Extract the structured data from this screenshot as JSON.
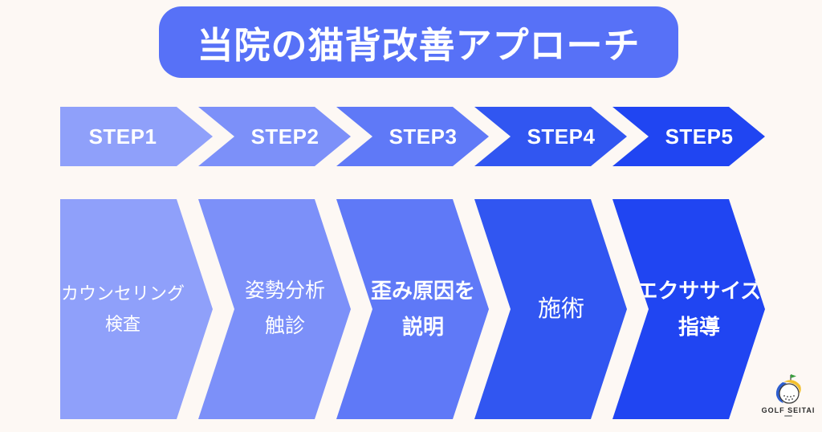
{
  "title": "当院の猫背改善アプローチ",
  "colors": {
    "background": "#fdf8f4",
    "banner": "#5771f7",
    "step1": "#8fa0fa",
    "step2": "#7c90f9",
    "step3": "#5f79f7",
    "step4": "#3156f1",
    "step5": "#2045f2",
    "text": "#ffffff"
  },
  "steps": [
    {
      "label": "STEP1",
      "lines": [
        "カウンセリング",
        "検査"
      ]
    },
    {
      "label": "STEP2",
      "lines": [
        "姿勢分析",
        "触診"
      ]
    },
    {
      "label": "STEP3",
      "lines": [
        "歪み原因を",
        "説明"
      ]
    },
    {
      "label": "STEP4",
      "lines": [
        "施術"
      ]
    },
    {
      "label": "STEP5",
      "lines": [
        "エクササイズ",
        "指導"
      ]
    }
  ],
  "logo": {
    "name": "GOLF SEITAI",
    "flag_color": "#3a9e3f",
    "swoosh_yellow": "#f2c02e",
    "swoosh_blue": "#2f5fd0"
  }
}
